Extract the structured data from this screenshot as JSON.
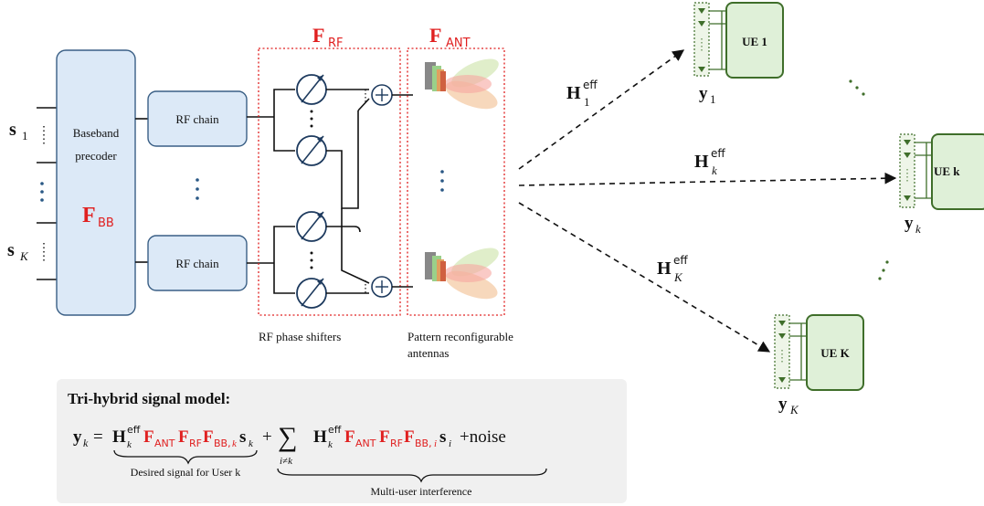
{
  "labels": {
    "s1": "s",
    "s1_sub": "1",
    "sK": "s",
    "sK_sub": "K",
    "baseband_line1": "Baseband",
    "baseband_line2": "precoder",
    "F_BB": "F",
    "F_BB_sub": "BB",
    "rf_chain_top": "RF chain",
    "rf_chain_bottom": "RF chain",
    "F_RF": "F",
    "F_RF_sub": "RF",
    "F_ANT": "F",
    "F_ANT_sub": "ANT",
    "rf_phase_shifters": "RF phase shifters",
    "pattern_line1": "Pattern reconfigurable",
    "pattern_line2": "antennas"
  },
  "channels": [
    {
      "H": "H",
      "sup": "eff",
      "sub": "1"
    },
    {
      "H": "H",
      "sup": "eff",
      "sub": "k"
    },
    {
      "H": "H",
      "sup": "eff",
      "sub": "K"
    }
  ],
  "users": [
    {
      "label": "UE 1",
      "y": "y",
      "y_sub": "1"
    },
    {
      "label": "UE k",
      "y": "y",
      "y_sub": "k"
    },
    {
      "label": "UE K",
      "y": "y",
      "y_sub": "K"
    }
  ],
  "model": {
    "title": "Tri-hybrid signal model:",
    "desired_caption": "Desired signal for User k",
    "interference_caption": "Multi-user interference",
    "noise": "+noise",
    "sum_index": "i≠k"
  },
  "colors": {
    "highlight": "#e02020",
    "rf_box_fill": "#dce9f7",
    "ue_box_fill": "#dff0d8",
    "panel_bg": "#f0f0f0"
  }
}
